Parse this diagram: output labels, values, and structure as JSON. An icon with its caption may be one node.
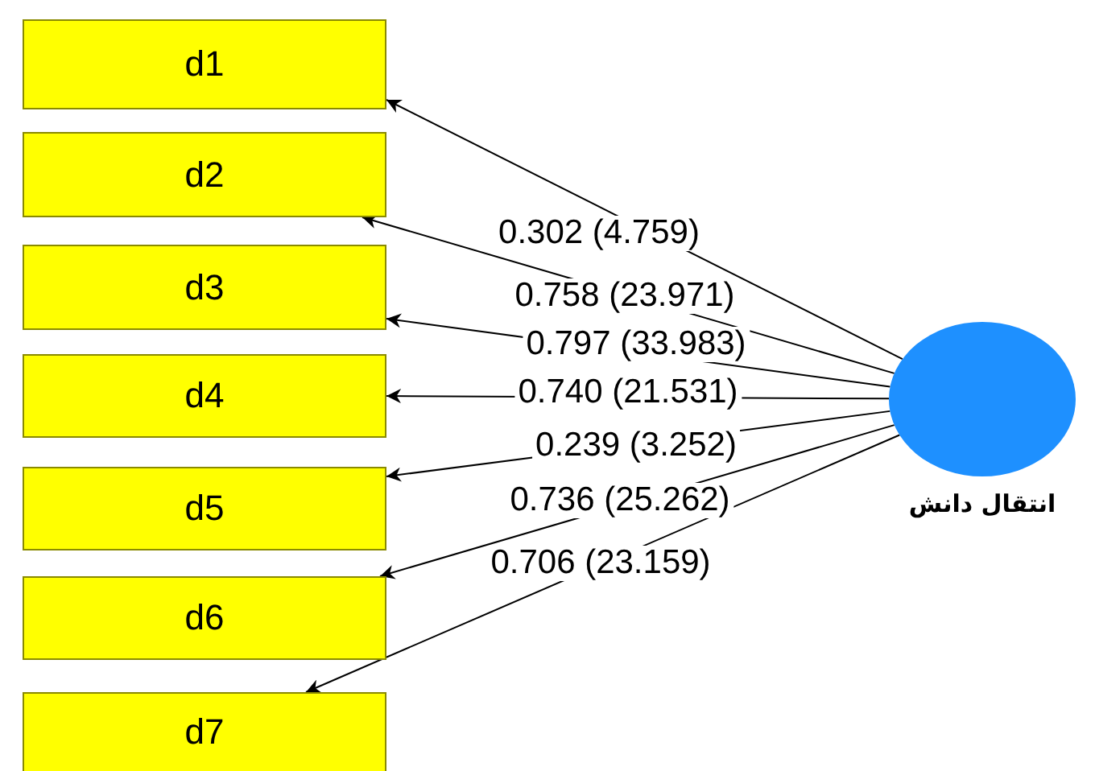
{
  "diagram": {
    "nodes": [
      {
        "text": [
          "d1"
        ]
      },
      {
        "text": [
          "d2"
        ]
      },
      {
        "text": [
          "d3"
        ]
      },
      {
        "text": [
          "d4"
        ]
      },
      {
        "text": [
          "d5"
        ]
      },
      {
        "text": [
          "d6"
        ]
      },
      {
        "text": [
          "d7"
        ]
      },
      {
        "text": [],
        "shape": "circle",
        "beside": [
          "انتقال دانش"
        ]
      }
    ],
    "edges": [
      {
        "from": 7,
        "to": 0,
        "arrow": "to",
        "label": "0.302 (4.759)"
      },
      {
        "from": 7,
        "to": 1,
        "arrow": "to",
        "label": "0.758 (23.971)"
      },
      {
        "from": 7,
        "to": 2,
        "arrow": "to",
        "label": "0.797 (33.983)"
      },
      {
        "from": 7,
        "to": 3,
        "arrow": "to",
        "label": "0.740 (21.531)"
      },
      {
        "from": 7,
        "to": 4,
        "arrow": "to",
        "label": "0.239 (3.252)"
      },
      {
        "from": 7,
        "to": 5,
        "arrow": "to",
        "label": "0.736 (25.262)"
      },
      {
        "from": 7,
        "to": 6,
        "arrow": "to",
        "label": "0.706 (23.159)"
      }
    ]
  }
}
